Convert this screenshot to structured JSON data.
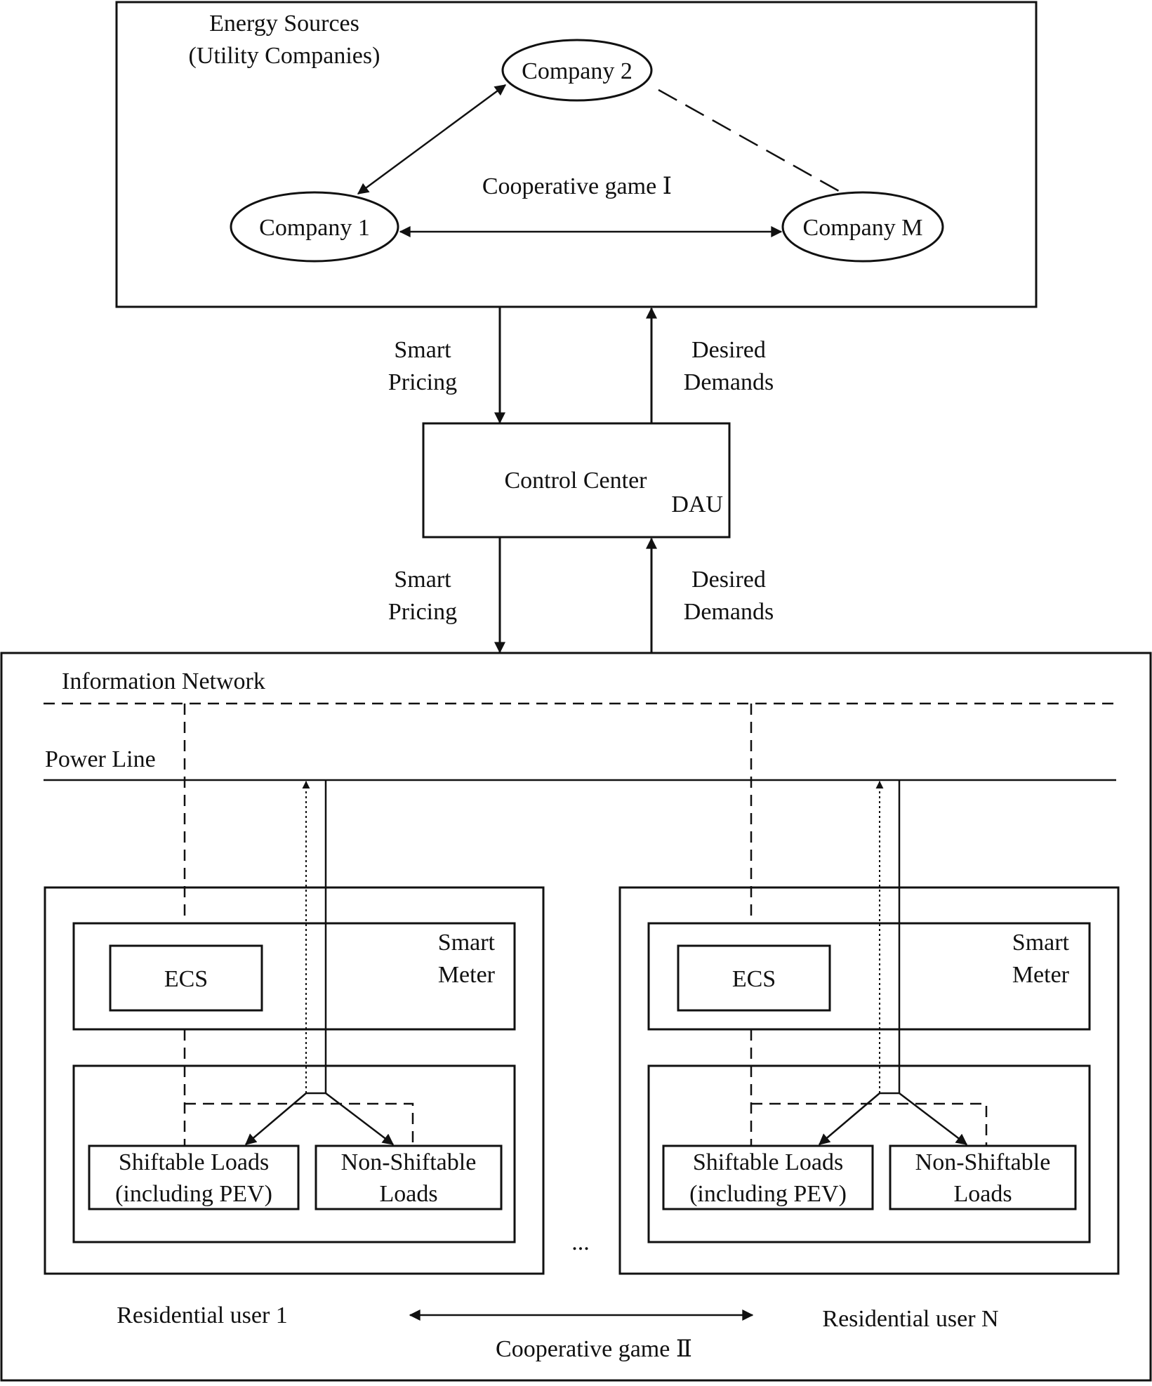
{
  "energy_sources": {
    "title_line1": "Energy Sources",
    "title_line2": "(Utility Companies)",
    "company_1": "Company 1",
    "company_2": "Company 2",
    "company_m": "Company M",
    "game_label": "Cooperative game Ⅰ"
  },
  "upper_links": {
    "pricing_line1": "Smart",
    "pricing_line2": "Pricing",
    "demands_line1": "Desired",
    "demands_line2": "Demands"
  },
  "control_center": {
    "label": "Control Center",
    "sub_label": "DAU"
  },
  "lower_links": {
    "pricing_line1": "Smart",
    "pricing_line2": "Pricing",
    "demands_line1": "Desired",
    "demands_line2": "Demands"
  },
  "network": {
    "information_network": "Information Network",
    "power_line": "Power Line",
    "ellipsis": "...",
    "game_label": "Cooperative game Ⅱ"
  },
  "users": [
    {
      "name": "Residential user 1",
      "meter_line1": "Smart",
      "meter_line2": "Meter",
      "ecs": "ECS",
      "shiftable_line1": "Shiftable Loads",
      "shiftable_line2": "(including PEV)",
      "nonshiftable_line1": "Non-Shiftable",
      "nonshiftable_line2": "Loads"
    },
    {
      "name": "Residential user N",
      "meter_line1": "Smart",
      "meter_line2": "Meter",
      "ecs": "ECS",
      "shiftable_line1": "Shiftable Loads",
      "shiftable_line2": "(including PEV)",
      "nonshiftable_line1": "Non-Shiftable",
      "nonshiftable_line2": "Loads"
    }
  ],
  "colors": {
    "stroke": "#111111",
    "background": "#ffffff"
  }
}
